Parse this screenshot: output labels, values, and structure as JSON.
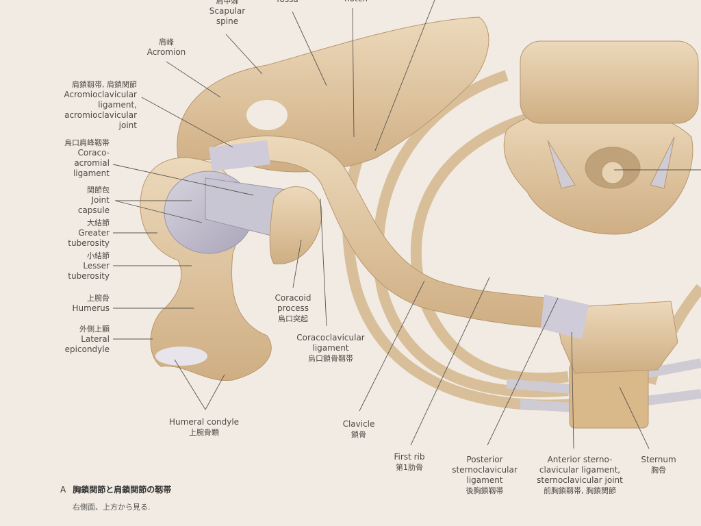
{
  "figure": {
    "caption_letter": "A",
    "caption_title": "胸鎖関節と肩鎖関節の靱帯",
    "caption_subtitle": "右側面、上方から見る."
  },
  "labels": {
    "scapular_spine": {
      "jp": "肩甲棘",
      "en": [
        "Scapular",
        "spine"
      ]
    },
    "fossa": {
      "en": "fossa"
    },
    "notch": {
      "en": "notch"
    },
    "acromion": {
      "jp": "肩峰",
      "en": "Acromion"
    },
    "acromioclavicular": {
      "jp": "肩鎖靱帯, 肩鎖関節",
      "en": [
        "Acromioclavicular",
        "ligament,",
        "acromioclavicular",
        "joint"
      ]
    },
    "coracoacromial": {
      "jp": "烏口肩峰靱帯",
      "en": [
        "Coraco-",
        "acromial",
        "ligament"
      ]
    },
    "joint_capsule": {
      "jp": "関節包",
      "en": [
        "Joint",
        "capsule"
      ]
    },
    "greater_tuberosity": {
      "jp": "大結節",
      "en": [
        "Greater",
        "tuberosity"
      ]
    },
    "lesser_tuberosity": {
      "jp": "小結節",
      "en": [
        "Lesser",
        "tuberosity"
      ]
    },
    "humerus": {
      "jp": "上腕骨",
      "en": "Humerus"
    },
    "lateral_epicondyle": {
      "jp": "外側上顆",
      "en": [
        "Lateral",
        "epicondyle"
      ]
    },
    "humeral_condyle": {
      "en": "Humeral condyle",
      "jp": "上腕骨顆"
    },
    "coracoid_process": {
      "en": [
        "Coracoid",
        "process"
      ],
      "jp": "烏口突起"
    },
    "coracoclavicular": {
      "en": [
        "Coracoclavicular",
        "ligament"
      ],
      "jp": "烏口鎖骨靱帯"
    },
    "clavicle": {
      "en": "Clavicle",
      "jp": "鎖骨"
    },
    "first_rib": {
      "en": "First rib",
      "jp": "第1肋骨"
    },
    "posterior_sc": {
      "en": [
        "Posterior",
        "sternoclavicular",
        "ligament"
      ],
      "jp": "後胸鎖靱帯"
    },
    "anterior_sc": {
      "en": [
        "Anterior sterno-",
        "clavicular ligament,",
        "sternoclavicular joint"
      ],
      "jp": "前胸鎖靱帯, 胸鎖関節"
    },
    "sternum": {
      "en": "Sternum",
      "jp": "胸骨"
    }
  },
  "colors": {
    "paper": "#f2ebe3",
    "bone": "#dcc29e",
    "ligament": "#b9b5c6",
    "line": "#5a5450"
  }
}
